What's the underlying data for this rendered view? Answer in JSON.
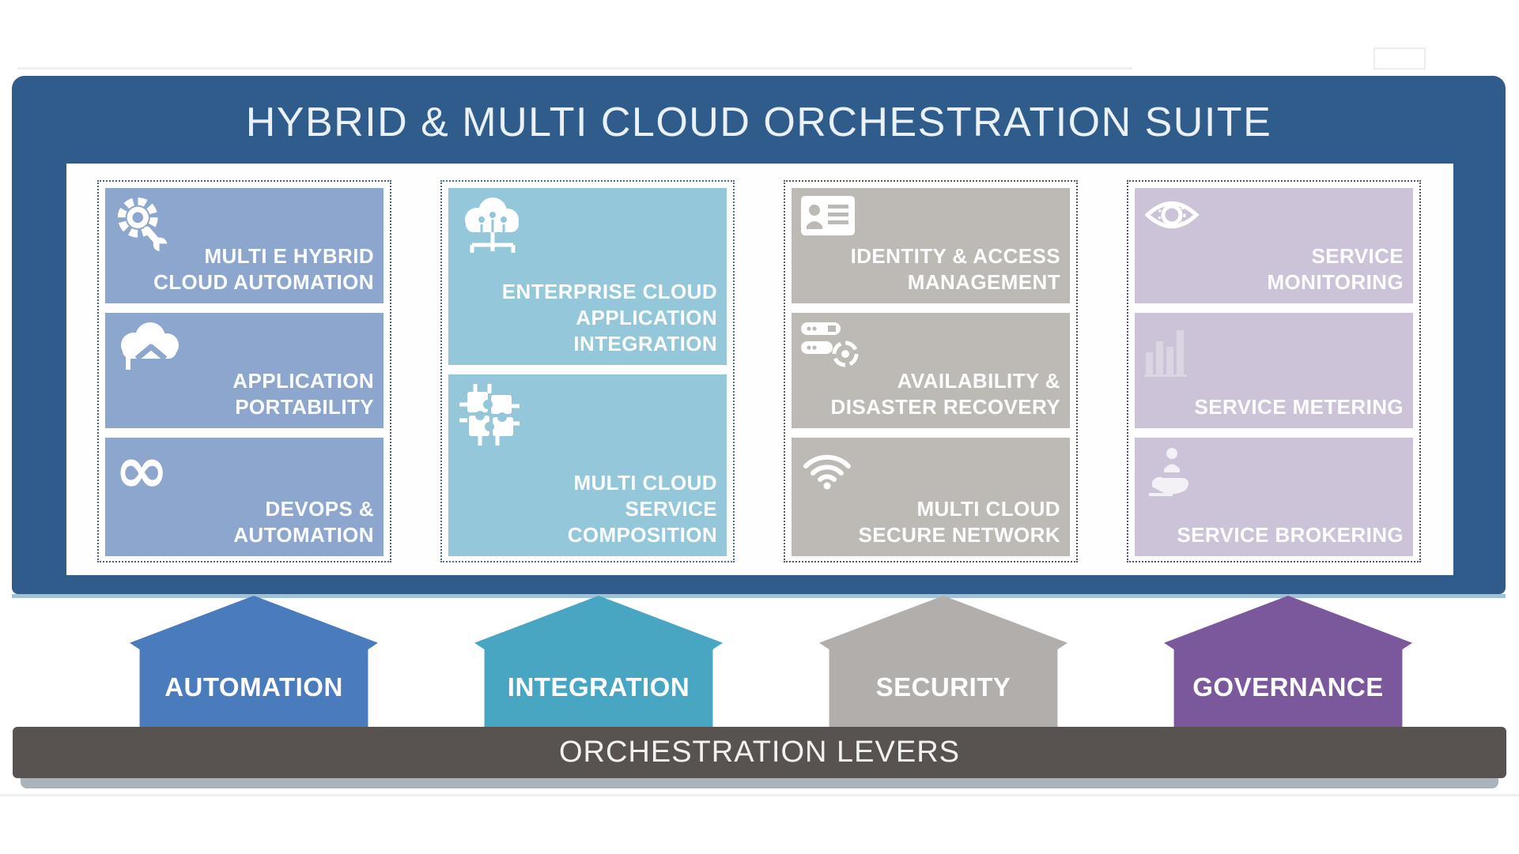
{
  "title": "HYBRID & MULTI CLOUD ORCHESTRATION SUITE",
  "columns": [
    {
      "id": "automation-pillar",
      "box_color": "#8ca6ce",
      "border_color": "#515e77",
      "boxes": [
        {
          "icon": "gear-wrench-icon",
          "lines": [
            "MULTI E HYBRID",
            "CLOUD AUTOMATION"
          ]
        },
        {
          "icon": "cloud-arrow-icon",
          "lines": [
            "APPLICATION",
            "PORTABILITY"
          ]
        },
        {
          "icon": "infinity-icon",
          "glyph": "∞",
          "lines": [
            "DEVOPS &",
            "AUTOMATION"
          ]
        }
      ]
    },
    {
      "id": "integration-pillar",
      "box_color": "#93c7d9",
      "border_color": "#47707f",
      "boxes": [
        {
          "icon": "cloud-network-icon",
          "lines": [
            "ENTERPRISE CLOUD",
            "APPLICATION",
            "INTEGRATION"
          ]
        },
        {
          "icon": "puzzle-icon",
          "lines": [
            "MULTI CLOUD",
            "SERVICE",
            "COMPOSITION"
          ]
        }
      ]
    },
    {
      "id": "security-pillar",
      "box_color": "#bdbab5",
      "border_color": "#5c5955",
      "boxes": [
        {
          "icon": "id-card-icon",
          "lines": [
            "IDENTITY & ACCESS",
            "MANAGEMENT"
          ]
        },
        {
          "icon": "servers-sync-icon",
          "lines": [
            "AVAILABILITY &",
            "DISASTER RECOVERY"
          ]
        },
        {
          "icon": "wifi-icon",
          "lines": [
            "MULTI CLOUD",
            "SECURE NETWORK"
          ]
        }
      ]
    },
    {
      "id": "governance-pillar",
      "box_color": "#ccc3d8",
      "border_color": "#595070",
      "boxes": [
        {
          "icon": "eye-icon",
          "lines": [
            "SERVICE",
            "MONITORING"
          ]
        },
        {
          "icon": "bar-chart-icon",
          "lines": [
            "SERVICE METERING"
          ]
        },
        {
          "icon": "hand-person-icon",
          "lines": [
            "SERVICE BROKERING"
          ]
        }
      ]
    }
  ],
  "levers": [
    {
      "label": "AUTOMATION",
      "color": "#4a7bbd"
    },
    {
      "label": "INTEGRATION",
      "color": "#49a6c3"
    },
    {
      "label": "SECURITY",
      "color": "#b1aeac"
    },
    {
      "label": "GOVERNANCE",
      "color": "#7b589c"
    }
  ],
  "footer": {
    "label": "ORCHESTRATION LEVERS",
    "bar_color": "#585350"
  },
  "colors": {
    "panel_blue": "#2f5c8a",
    "panel_underline": "#9fc2d9",
    "inner_background": "#fefefe",
    "title_text": "#ebf1f8",
    "box_text": "#ffffff",
    "footer_shadow": "#aab3ba"
  }
}
